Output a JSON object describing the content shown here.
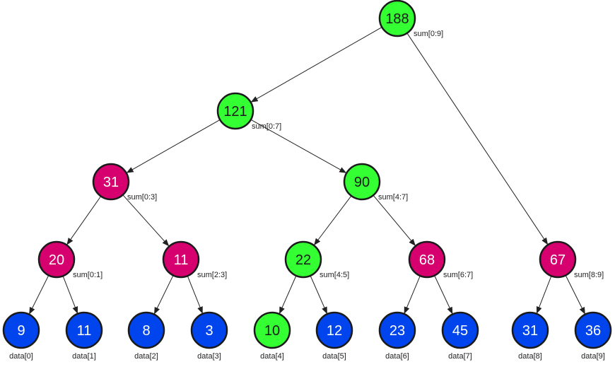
{
  "colors": {
    "green": "#33ff33",
    "magenta": "#d6006e",
    "blue": "#0044ee",
    "stroke": "#1a1a1a",
    "edge": "#222222"
  },
  "nodes": [
    {
      "id": "n0",
      "value": "188",
      "label": "sum[0:9]",
      "color": "green"
    },
    {
      "id": "n1",
      "value": "121",
      "label": "sum[0:7]",
      "color": "green"
    },
    {
      "id": "n2",
      "value": "31",
      "label": "sum[0:3]",
      "color": "magenta"
    },
    {
      "id": "n3",
      "value": "90",
      "label": "sum[4:7]",
      "color": "green"
    },
    {
      "id": "n4",
      "value": "20",
      "label": "sum[0:1]",
      "color": "magenta"
    },
    {
      "id": "n5",
      "value": "11",
      "label": "sum[2:3]",
      "color": "magenta"
    },
    {
      "id": "n6",
      "value": "22",
      "label": "sum[4:5]",
      "color": "green"
    },
    {
      "id": "n7",
      "value": "68",
      "label": "sum[6:7]",
      "color": "magenta"
    },
    {
      "id": "n8",
      "value": "67",
      "label": "sum[8:9]",
      "color": "magenta"
    },
    {
      "id": "d0",
      "value": "9",
      "label": "data[0]",
      "color": "blue"
    },
    {
      "id": "d1",
      "value": "11",
      "label": "data[1]",
      "color": "blue"
    },
    {
      "id": "d2",
      "value": "8",
      "label": "data[2]",
      "color": "blue"
    },
    {
      "id": "d3",
      "value": "3",
      "label": "data[3]",
      "color": "blue"
    },
    {
      "id": "d4",
      "value": "10",
      "label": "data[4]",
      "color": "green"
    },
    {
      "id": "d5",
      "value": "12",
      "label": "data[5]",
      "color": "blue"
    },
    {
      "id": "d6",
      "value": "23",
      "label": "data[6]",
      "color": "blue"
    },
    {
      "id": "d7",
      "value": "45",
      "label": "data[7]",
      "color": "blue"
    },
    {
      "id": "d8",
      "value": "31",
      "label": "data[8]",
      "color": "blue"
    },
    {
      "id": "d9",
      "value": "36",
      "label": "data[9]",
      "color": "blue"
    }
  ],
  "edges": [
    {
      "from": "n0",
      "to": "n1"
    },
    {
      "from": "n0",
      "to": "n8"
    },
    {
      "from": "n1",
      "to": "n2"
    },
    {
      "from": "n1",
      "to": "n3"
    },
    {
      "from": "n2",
      "to": "n4"
    },
    {
      "from": "n2",
      "to": "n5"
    },
    {
      "from": "n3",
      "to": "n6"
    },
    {
      "from": "n3",
      "to": "n7"
    },
    {
      "from": "n4",
      "to": "d0"
    },
    {
      "from": "n4",
      "to": "d1"
    },
    {
      "from": "n5",
      "to": "d2"
    },
    {
      "from": "n5",
      "to": "d3"
    },
    {
      "from": "n6",
      "to": "d4"
    },
    {
      "from": "n6",
      "to": "d5"
    },
    {
      "from": "n7",
      "to": "d6"
    },
    {
      "from": "n7",
      "to": "d7"
    },
    {
      "from": "n8",
      "to": "d8"
    },
    {
      "from": "n8",
      "to": "d9"
    }
  ]
}
